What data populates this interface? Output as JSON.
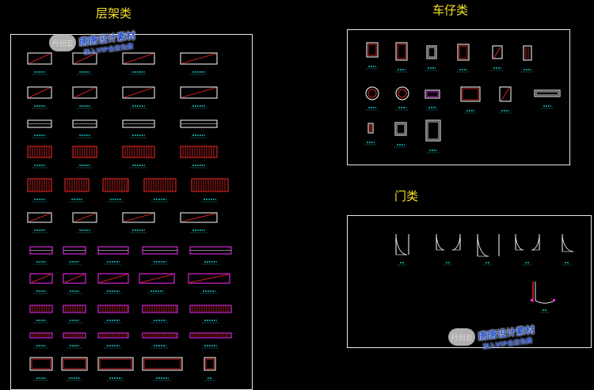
{
  "titles": {
    "shelves": "层架类",
    "trolleys": "车仔类",
    "doors": "门类"
  },
  "watermark": {
    "badge": "丹创云",
    "main": "唐唐设计素材",
    "sub": "加入VIP全店免费"
  },
  "colors": {
    "background": "#000000",
    "frame": "#e8e8e8",
    "title": "#f5e12a",
    "red": "#ff2a2a",
    "magenta": "#ff2aff",
    "white": "#ffffff",
    "label": "#19e6e6",
    "watermark": "#2a52c8"
  },
  "icons": [
    "cad-shelf-block",
    "cad-trolley-block",
    "cad-door-swing-block"
  ]
}
